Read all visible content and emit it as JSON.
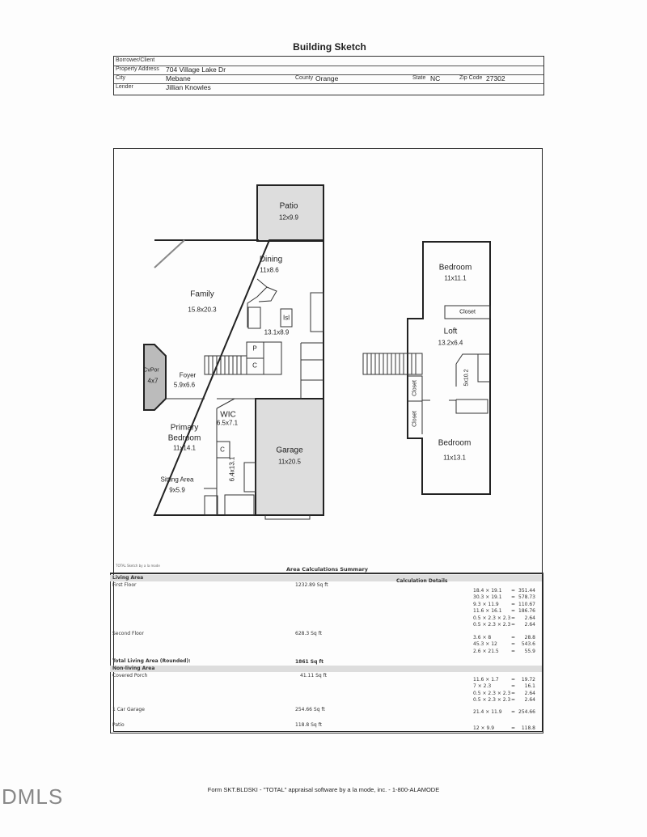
{
  "title": "Building Sketch",
  "header": {
    "borrower_label": "Borrower/Client",
    "borrower": "",
    "address_label": "Property Address",
    "address": "704 Village Lake Dr",
    "city_label": "City",
    "city": "Mebane",
    "county_label": "County",
    "county": "Orange",
    "state_label": "State",
    "state": "NC",
    "zip_label": "Zip Code",
    "zip": "27302",
    "lender_label": "Lender",
    "lender": "Jillian Knowles"
  },
  "first_floor": {
    "patio": "Patio",
    "patio_dim": "12x9.9",
    "dining": "Dining",
    "dining_dim": "11x8.6",
    "family": "Family",
    "family_dim": "15.8x20.3",
    "island": "Isl",
    "kitchen_dim": "13.1x8.9",
    "pantry": "P",
    "closet": "C",
    "cvpor": "CvPor",
    "cvpor_dim": "4x7",
    "foyer": "Foyer",
    "foyer_dim": "5.9x6.6",
    "wic": "WIC",
    "wic_dim": "6.5x7.1",
    "primary1": "Primary",
    "primary2": "Bedroom",
    "primary_dim": "11x14.1",
    "closet2": "C",
    "bath_dim": "6.4x13.1",
    "sitting": "Sitting Area",
    "sitting_dim": "9x5.9",
    "garage": "Garage",
    "garage_dim": "11x20.5"
  },
  "second_floor": {
    "bed1": "Bedroom",
    "bed1_dim": "11x11.1",
    "closet_top": "Closet",
    "loft": "Loft",
    "loft_dim": "13.2x6.4",
    "bath_dim": "5x10.2",
    "closet_a": "Closet",
    "closet_b": "Closet",
    "bed2": "Bedroom",
    "bed2_dim": "11x13.1"
  },
  "sketch_credit": "TOTAL Sketch by a la mode",
  "area": {
    "title": "Area Calculations Summary",
    "living_header": "Living Area",
    "details_header": "Calculation Details",
    "rows": [
      {
        "name": "First Floor",
        "area": "1232.89 Sq ft",
        "details": [
          [
            "18.4 × 19.1",
            "351.44"
          ],
          [
            "30.3 × 19.1",
            "578.73"
          ],
          [
            "9.3 × 11.9",
            "110.67"
          ],
          [
            "11.6 × 16.1",
            "186.76"
          ],
          [
            "0.5 × 2.3 × 2.3",
            "2.64"
          ],
          [
            "0.5 × 2.3 × 2.3",
            "2.64"
          ]
        ]
      },
      {
        "name": "Second Floor",
        "area": "628.3 Sq ft",
        "details": [
          [
            "3.6 × 8",
            "28.8"
          ],
          [
            "45.3 × 12",
            "543.6"
          ],
          [
            "2.6 × 21.5",
            "55.9"
          ]
        ]
      },
      {
        "name": "Covered Porch",
        "area": "41.11 Sq ft",
        "details": [
          [
            "11.6 × 1.7",
            "19.72"
          ],
          [
            "7 × 2.3",
            "16.1"
          ],
          [
            "0.5 × 2.3 × 2.3",
            "2.64"
          ],
          [
            "0.5 × 2.3 × 2.3",
            "2.64"
          ]
        ]
      },
      {
        "name": "1 Car Garage",
        "area": "254.66 Sq ft",
        "details": [
          [
            "21.4 × 11.9",
            "254.66"
          ]
        ]
      },
      {
        "name": "Patio",
        "area": "118.8 Sq ft",
        "details": [
          [
            "12 × 9.9",
            "118.8"
          ]
        ]
      }
    ],
    "total_label": "Total Living Area (Rounded):",
    "total": "1861 Sq ft",
    "nonliving_header": "Non-living Area"
  },
  "footer": "Form SKT.BLDSKI - \"TOTAL\" appraisal software by a la mode, inc. - 1-800-ALAMODE",
  "watermark": "DMLS"
}
